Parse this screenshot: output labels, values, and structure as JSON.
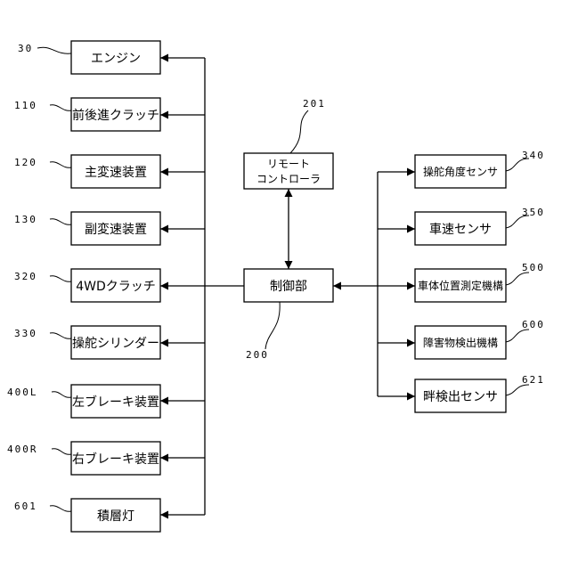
{
  "left_blocks": [
    {
      "ref": "30",
      "label": "エンジン"
    },
    {
      "ref": "110",
      "label": "前後進クラッチ"
    },
    {
      "ref": "120",
      "label": "主変速装置"
    },
    {
      "ref": "130",
      "label": "副変速装置"
    },
    {
      "ref": "320",
      "label": "4WDクラッチ"
    },
    {
      "ref": "330",
      "label": "操舵シリンダー"
    },
    {
      "ref": "400L",
      "label": "左ブレーキ装置"
    },
    {
      "ref": "400R",
      "label": "右ブレーキ装置"
    },
    {
      "ref": "601",
      "label": "積層灯"
    }
  ],
  "center": {
    "remote": {
      "ref": "201",
      "line1": "リモート",
      "line2": "コントローラ"
    },
    "controller": {
      "ref": "200",
      "label": "制御部"
    }
  },
  "right_blocks": [
    {
      "ref": "340",
      "label": "操舵角度センサ"
    },
    {
      "ref": "350",
      "label": "車速センサ"
    },
    {
      "ref": "500",
      "label": "車体位置測定機構"
    },
    {
      "ref": "600",
      "label": "障害物検出機構"
    },
    {
      "ref": "621",
      "label": "畔検出センサ"
    }
  ]
}
